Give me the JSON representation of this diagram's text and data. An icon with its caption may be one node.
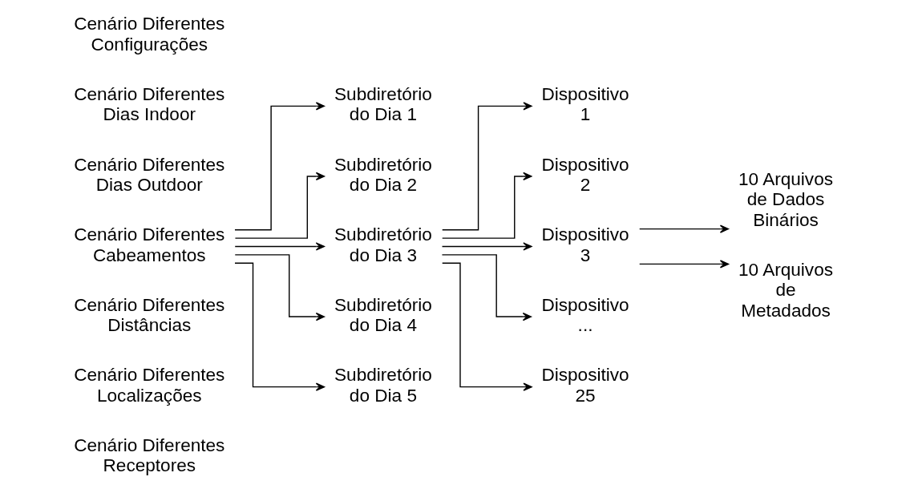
{
  "diagram": {
    "nodes": [
      {
        "text": [
          "Cenário Diferentes Configurações"
        ]
      },
      {
        "text": [
          "Cenário Diferentes Dias Indoor"
        ]
      },
      {
        "text": [
          "Cenário Diferentes Dias Outdoor"
        ]
      },
      {
        "text": [
          "Cenário Diferentes Cabeamentos"
        ]
      },
      {
        "text": [
          "Cenário Diferentes Distâncias"
        ]
      },
      {
        "text": [
          "Cenário Diferentes Localizações"
        ]
      },
      {
        "text": [
          "Cenário Diferentes Receptores"
        ]
      },
      {
        "text": [
          "Subdiretório do Dia 1"
        ]
      },
      {
        "text": [
          "Subdiretório do Dia 2"
        ]
      },
      {
        "text": [
          "Subdiretório do Dia 3"
        ]
      },
      {
        "text": [
          "Subdiretório do Dia 4"
        ]
      },
      {
        "text": [
          "Subdiretório do Dia 5"
        ]
      },
      {
        "text": [
          "Dispositivo 1"
        ]
      },
      {
        "text": [
          "Dispositivo 2"
        ]
      },
      {
        "text": [
          "Dispositivo 3"
        ]
      },
      {
        "text": [
          "Dispositivo ..."
        ]
      },
      {
        "text": [
          "Dispositivo 25"
        ]
      },
      {
        "text": [
          "10 Arquivos de Dados Binários"
        ]
      },
      {
        "text": [
          "10 Arquivos de Metadados"
        ]
      }
    ],
    "edges": [
      {
        "from": 3,
        "to": 7,
        "arrow": "to"
      },
      {
        "from": 3,
        "to": 8,
        "arrow": "to"
      },
      {
        "from": 3,
        "to": 9,
        "arrow": "to"
      },
      {
        "from": 3,
        "to": 10,
        "arrow": "to"
      },
      {
        "from": 3,
        "to": 11,
        "arrow": "to"
      },
      {
        "from": 9,
        "to": 12,
        "arrow": "to"
      },
      {
        "from": 9,
        "to": 13,
        "arrow": "to"
      },
      {
        "from": 9,
        "to": 14,
        "arrow": "to"
      },
      {
        "from": 9,
        "to": 15,
        "arrow": "to"
      },
      {
        "from": 9,
        "to": 16,
        "arrow": "to"
      },
      {
        "from": 14,
        "to": 17,
        "arrow": "to"
      },
      {
        "from": 14,
        "to": 18,
        "arrow": "to"
      }
    ]
  }
}
